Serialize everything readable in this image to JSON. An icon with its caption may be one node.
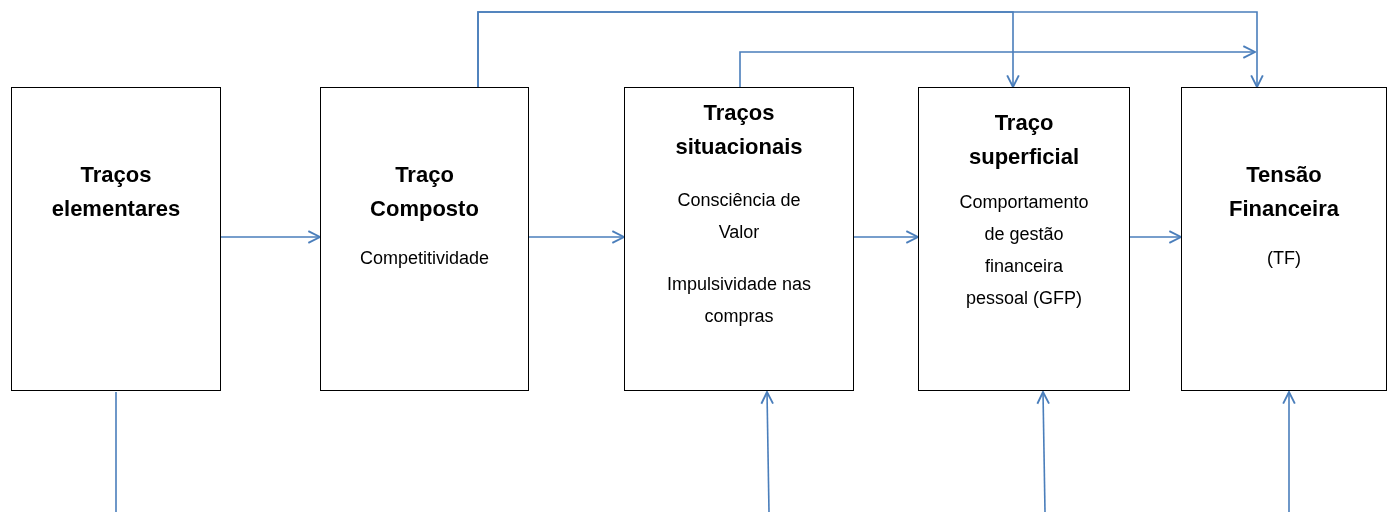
{
  "diagram": {
    "nodes": [
      {
        "text": [
          "Traços elementares"
        ]
      },
      {
        "text": [
          "Traço Composto",
          "Competitividade"
        ]
      },
      {
        "text": [
          "Traços situacionais",
          "Consciência de Valor",
          "Impulsividade nas compras"
        ]
      },
      {
        "text": [
          "Traço superficial",
          "Comportamento de gestão financeira pessoal (GFP)"
        ]
      },
      {
        "text": [
          "Tensão Financeira",
          "(TF)"
        ]
      }
    ],
    "edges": [
      {
        "from": 0,
        "to": 1,
        "arrow": "to"
      },
      {
        "from": 1,
        "to": 2,
        "arrow": "to"
      },
      {
        "from": 2,
        "to": 3,
        "arrow": "to"
      },
      {
        "from": 3,
        "to": 4,
        "arrow": "to"
      },
      {
        "from": 1,
        "to": 3,
        "arrow": "to"
      },
      {
        "from": 1,
        "to": 4,
        "arrow": "to"
      },
      {
        "from": 2,
        "to": 4,
        "arrow": "to"
      },
      {
        "from": 0,
        "to": null,
        "arrow": "none"
      },
      {
        "from": null,
        "to": 2,
        "arrow": "to"
      },
      {
        "from": null,
        "to": 3,
        "arrow": "to"
      },
      {
        "from": null,
        "to": 4,
        "arrow": "to"
      }
    ]
  }
}
